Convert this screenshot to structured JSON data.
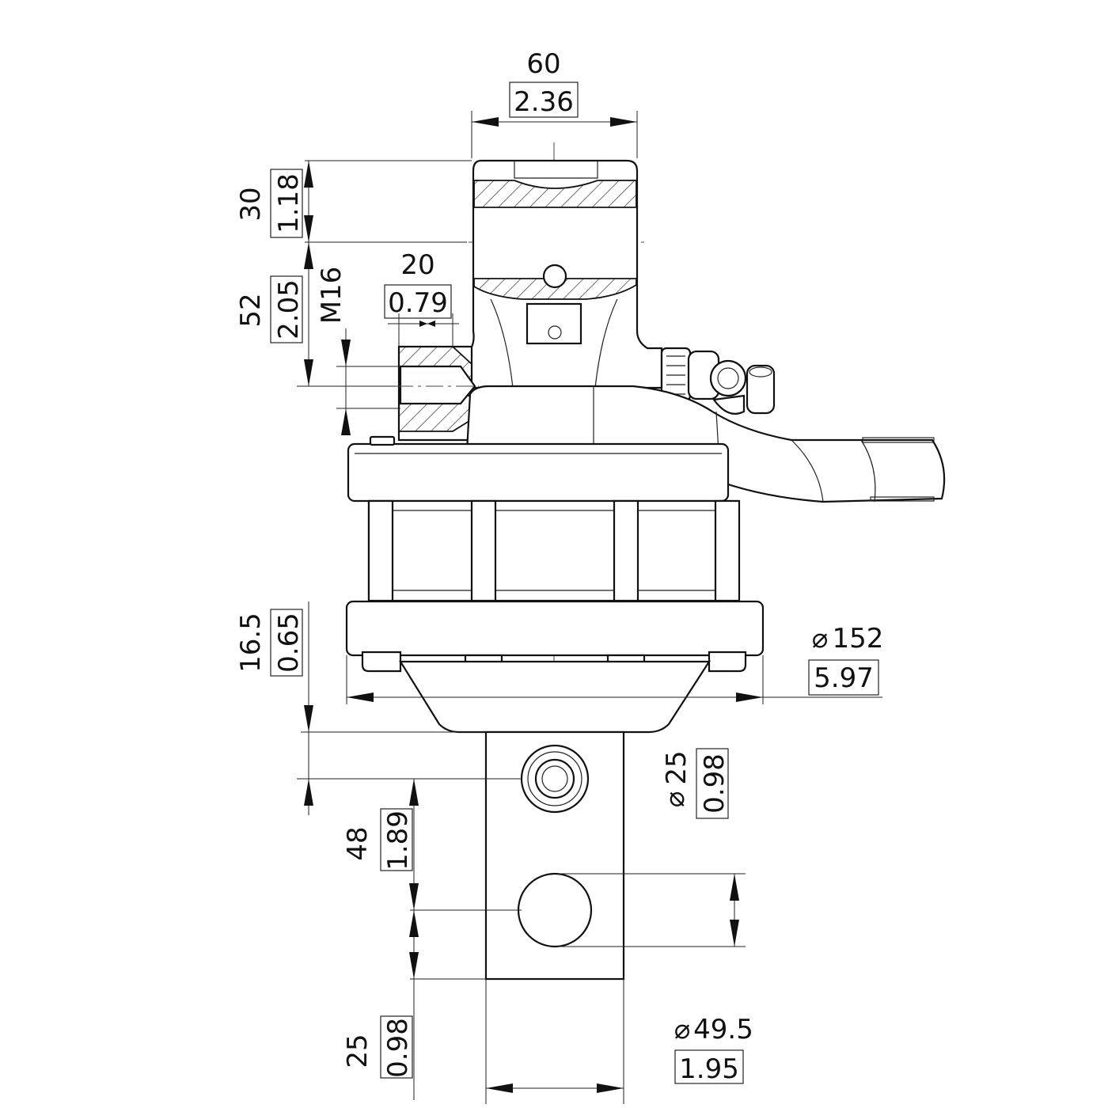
{
  "dimensions": {
    "top_width": {
      "mm": "60",
      "inch": "2.36"
    },
    "top_height": {
      "mm": "30",
      "inch": "1.18"
    },
    "mount_height": {
      "mm": "52",
      "inch": "2.05"
    },
    "port_thread": {
      "label": "M16"
    },
    "port_offset": {
      "mm": "20",
      "inch": "0.79"
    },
    "flange_thickness": {
      "mm": "16.5",
      "inch": "0.65"
    },
    "flange_diameter": {
      "symbol": "⌀",
      "mm": "152",
      "inch": "5.97"
    },
    "shaft_hole_diameter": {
      "symbol": "⌀",
      "mm": "25",
      "inch": "0.98"
    },
    "shaft_hole_spacing": {
      "mm": "48",
      "inch": "1.89"
    },
    "shaft_end_length": {
      "mm": "25",
      "inch": "0.98"
    },
    "shaft_diameter": {
      "symbol": "⌀",
      "mm": "49.5",
      "inch": "1.95"
    }
  }
}
